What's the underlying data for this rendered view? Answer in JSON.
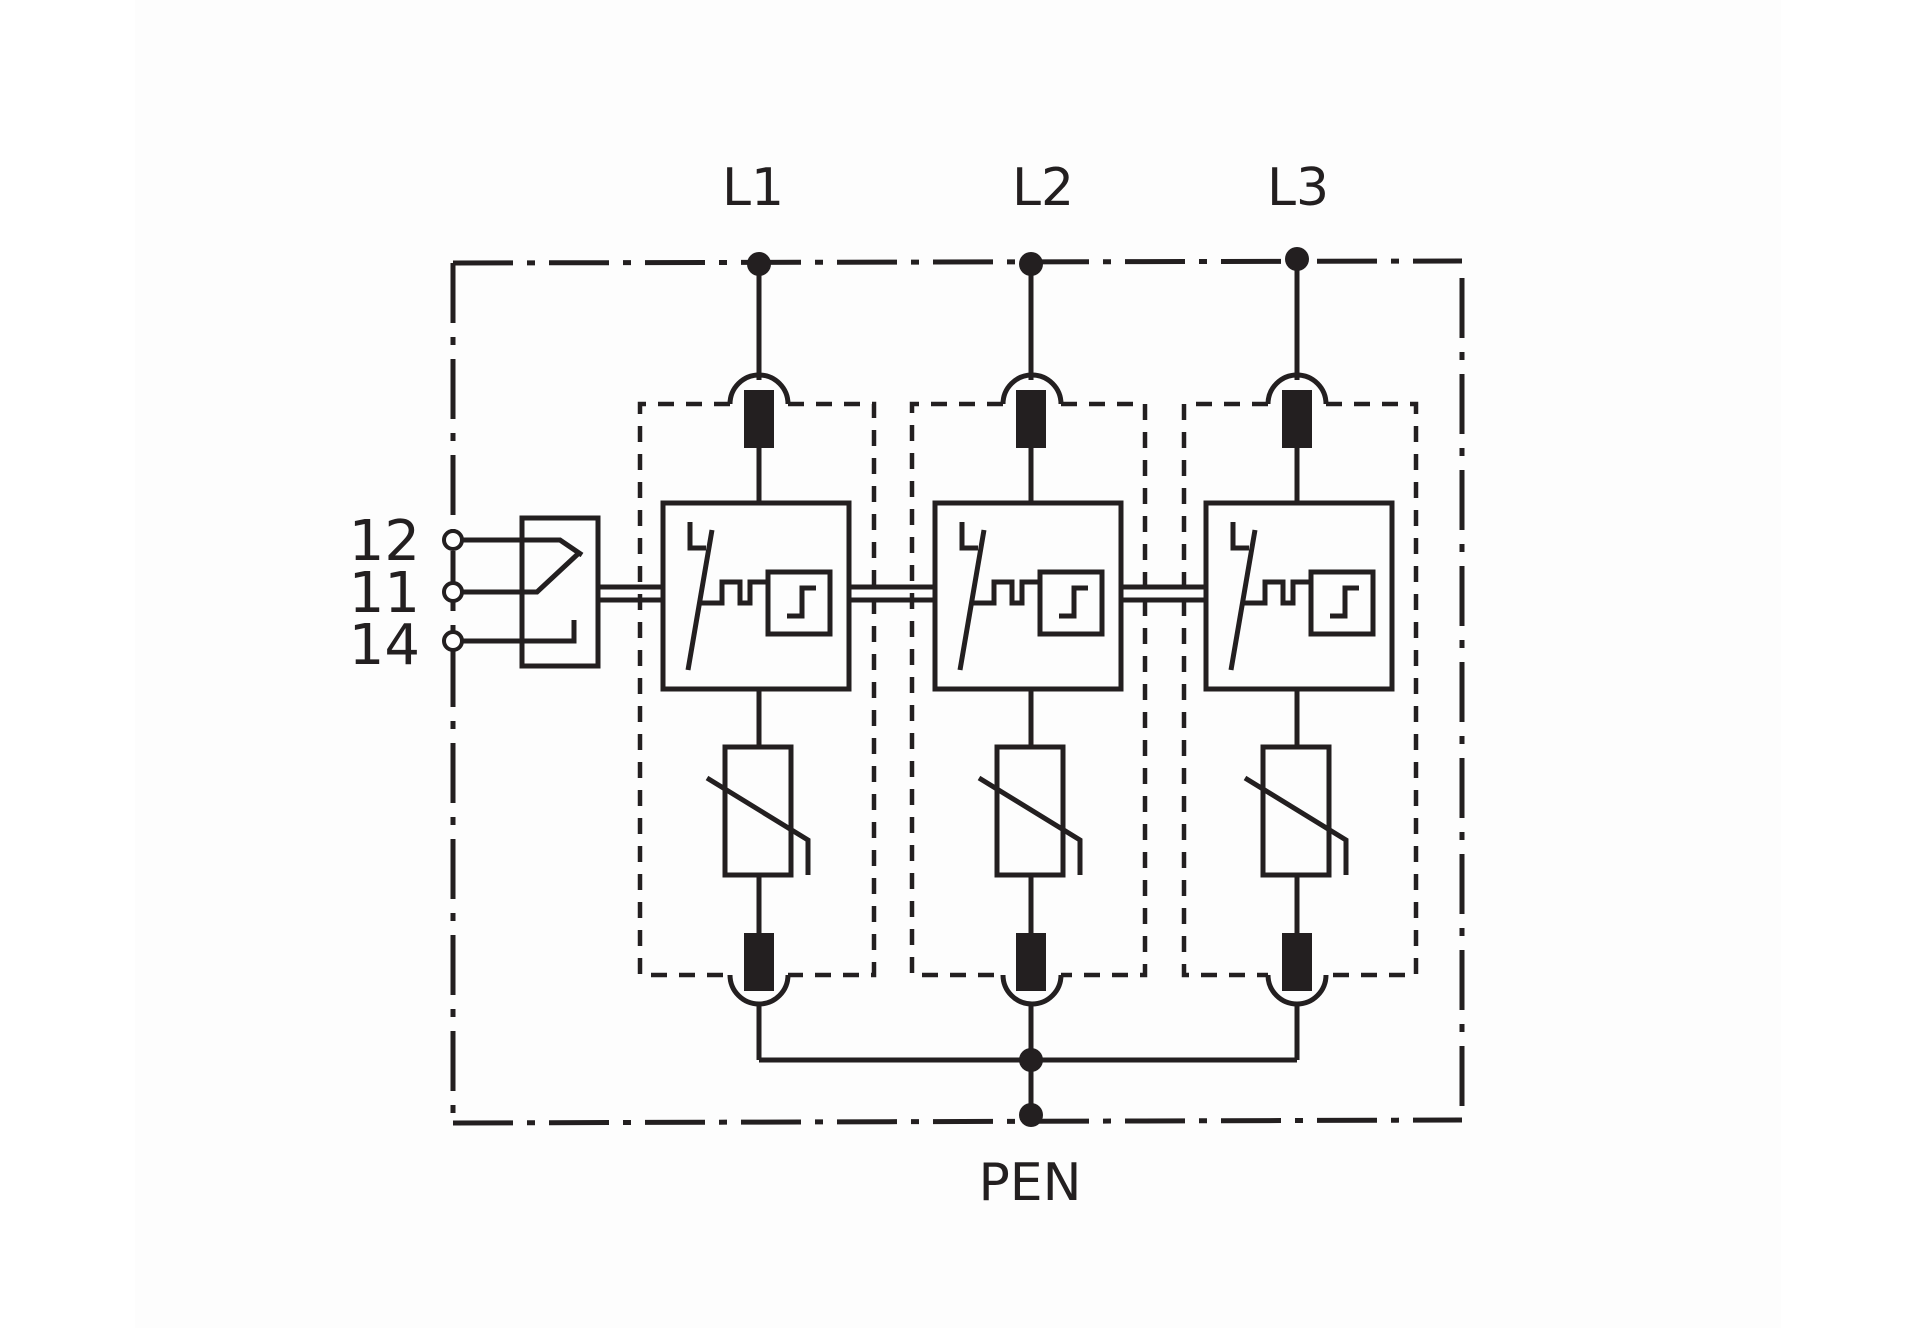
{
  "diagram": {
    "lines": [
      "L1",
      "L2",
      "L3"
    ],
    "ground": "PEN",
    "remote_contacts": [
      "12",
      "11",
      "14"
    ]
  },
  "colors": {
    "ink": "#231f20",
    "background": "#ffffff"
  }
}
